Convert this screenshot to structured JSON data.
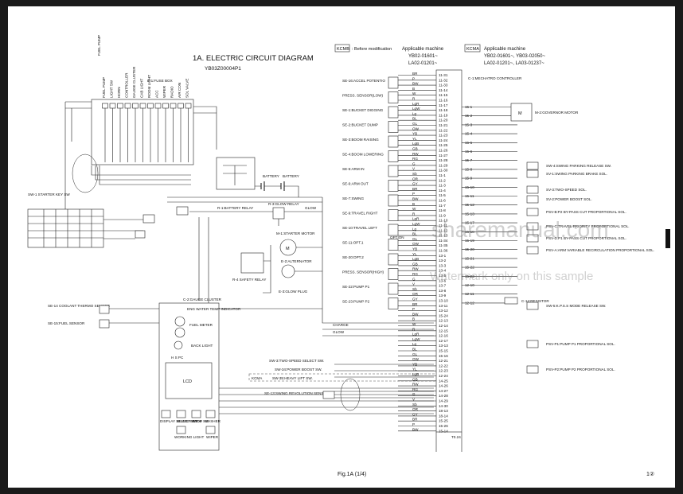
{
  "title": {
    "heading": "1A. ELECTRIC CIRCUIT DIAGRAM",
    "drawing_no": "YB03Z00004P1"
  },
  "header": {
    "kcm_b_tag": "KCMB",
    "kcm_b_text": ": Before modification",
    "applicable1": "Applicable machine",
    "applicable1_line1": "YB02-01601~",
    "applicable1_line2": "LA02-01201~",
    "kcm_a_tag": "KCMA",
    "applicable2": "Applicable machine",
    "applicable2_line1": "YB02-01601~, YB03-02050~",
    "applicable2_line2": "LA02-01201~, LA03-01237~"
  },
  "watermarks": {
    "site": "sharemanual.com",
    "notice": "Watermark only on this sample"
  },
  "footer": {
    "figure": "Fig.1A (1/4)",
    "page": "1②"
  },
  "labels": {
    "fuse_box": "E-1:FUSE BOX",
    "battery_relay": "R-1:BATTERY RELAY",
    "glow_relay": "R-3:GLOW RELAY",
    "battery1": "BATTERY",
    "battery2": "BATTERY",
    "starter_motor": "M-1:STARTER MOTOR",
    "safety_relay": "R-4\nSAFETY RELAY",
    "alternator": "E-2:ALTERNATOR",
    "glow_plug": "E-3:GLOW PLUG",
    "gauge_cluster": "C-2:GAUGE CLUSTER",
    "starter_key": "SW-1\nSTARTER KEY SW",
    "coolant_sensor": "SE-14\nCOOLANT THERMO\nSENSOR",
    "fuel_sensor": "SE-15:FUEL SENSOR",
    "eng_water_temp": "ENG WATER TEMP\nINDICATOR",
    "fuel_meter": "FUEL METER",
    "back_light": "BACK LIGHT",
    "lcd": "LCD",
    "hsd": "H    S    PC",
    "display_select": "DISPLAY\nSELECT SW",
    "buzzer_stop": "BUZZER\nSTOP",
    "mode_sw": "MODE\nSW",
    "washer": "WASHER",
    "working_light": "WORKING\nLIGHT",
    "wiper": "WIPER",
    "two_speed_sw": "SW-3:TWO-SPEED SELECT SW.",
    "power_boost_sw": "SW-34:POWER BOOST SW.",
    "heavy_lift_sw": "SW-35:HEAVY LIFT SW.",
    "swing_rev_sensor": "SE-13:SWING REVOLUTION SENSOR",
    "kcma_small": "KCMA",
    "mechatro": "C-1:MECHATRO CONTROLLER",
    "governor_motor": "M-2:GOVERNOR MOTOR",
    "resistor": "C-14:RESISTOR",
    "t024": "T0.24",
    "shield": "SHIELD",
    "charge": "CHARGE",
    "glow": "GLOW",
    "optin": "OPTION"
  },
  "fuse_labels": [
    "FUEL PUMP",
    "LIGHT SW",
    "HORN",
    "CONTROLLER",
    "GAUGE CLUSTER",
    "CAB LIGHT",
    "ROOM LIGHT",
    "ACC",
    "WIPER",
    "RADIO",
    "AIR CON",
    "SOL VALVE"
  ],
  "sensors_left": [
    "SE-16:ACCEL POTENTIO",
    "PRESS. SENSOR(LOW)",
    "SE-1:BUCKET DIGGING",
    "SE-2:BUCKET DUMP",
    "SE-3:BOOM RAISING",
    "SE-4:BOOM LOWERING",
    "SE-5:ARM IN",
    "SE-6:ARM OUT",
    "SE-7:SWING",
    "SE-9:TRAVEL RIGHT",
    "SE-10:TRAVEL LEFT",
    "SE-11:OPT.1",
    "SE-20:OPT.2",
    "PRESS. SENSOR(HIGH)",
    "SE-22:PUMP P1",
    "SE-23:PUMP P2"
  ],
  "right_outputs": [
    "SW-4:SWING PARKING RELEASE SW.",
    "SV-1:SWING PARKING BRAKE SOL.",
    "SV-3:TWO-SPEED SOL.",
    "SV-2:POWER BOOST SOL.",
    "PSV-B:P2 BY-PASS CUT PROPORTIONAL SOL.",
    "PSV-C:TRAVEL PRIORITY PROPORTIONAL SOL.",
    "PSV-D:P1 BY-PASS CUT PROPORTIONAL SOL.",
    "PSV-A:ARM VARIABLE RECIRCULATION PROPORTIONAL SOL.",
    "SW-5:K.P.S.S MODE RELEASE SW.",
    "PSV-P1:PUMP P1 PROPORTIONAL SOL.",
    "PSV-P2:PUMP P2 PROPORTIONAL SOL."
  ],
  "pins_top": [
    "11-31",
    "11-32",
    "11-33",
    "11-14",
    "11-15",
    "11-16",
    "11-17",
    "11-18",
    "11-19",
    "11-20",
    "11-21",
    "11-22",
    "11-23",
    "11-24",
    "11-25",
    "11-26",
    "11-27",
    "11-28",
    "11-29",
    "11-30",
    "11-1",
    "11-2",
    "11-3",
    "11-4",
    "11-5",
    "11-6",
    "11-7",
    "11-8",
    "11-9",
    "11-10",
    "11-11",
    "11-12",
    "11-13",
    "11-34",
    "11-35",
    "11-36"
  ],
  "pins_mid": [
    "13-1",
    "13-2",
    "13-3",
    "13-4",
    "13-5",
    "13-6",
    "13-7",
    "13-8",
    "13-9",
    "13-10",
    "13-11",
    "13-12"
  ],
  "pins_bot": [
    "15-24",
    "12-13",
    "12-14",
    "12-15",
    "12-16",
    "12-17",
    "13-13",
    "15-15",
    "15-16",
    "12-21",
    "12-22",
    "12-23",
    "12-24",
    "14-25",
    "14-26",
    "14-27",
    "14-28",
    "14-29",
    "14-30",
    "18-13",
    "18-14",
    "15-25",
    "15-26",
    "15-14"
  ],
  "pins_right": [
    "15-1",
    "15-2",
    "15-3",
    "15-4",
    "15-5",
    "15-6",
    "15-7",
    "15-8",
    "15-9",
    "15-10",
    "15-11",
    "15-12",
    "15-13",
    "15-17",
    "15-18",
    "15-19",
    "15-20",
    "15-21",
    "15-22",
    "15-23",
    "12-10",
    "12-11",
    "12-12"
  ],
  "wire_colors": [
    "BR",
    "P",
    "BW",
    "B",
    "W",
    "R",
    "LgR",
    "LgW",
    "Lg",
    "BL",
    "GL",
    "OW",
    "YB",
    "YL",
    "LgB",
    "GB",
    "RW",
    "RG",
    "G",
    "V",
    "Sb",
    "OR",
    "GY"
  ],
  "colors": {
    "page": "#ffffff",
    "background": "#1a1a1a",
    "line": "#222222",
    "watermark": "#7a7a7a"
  }
}
